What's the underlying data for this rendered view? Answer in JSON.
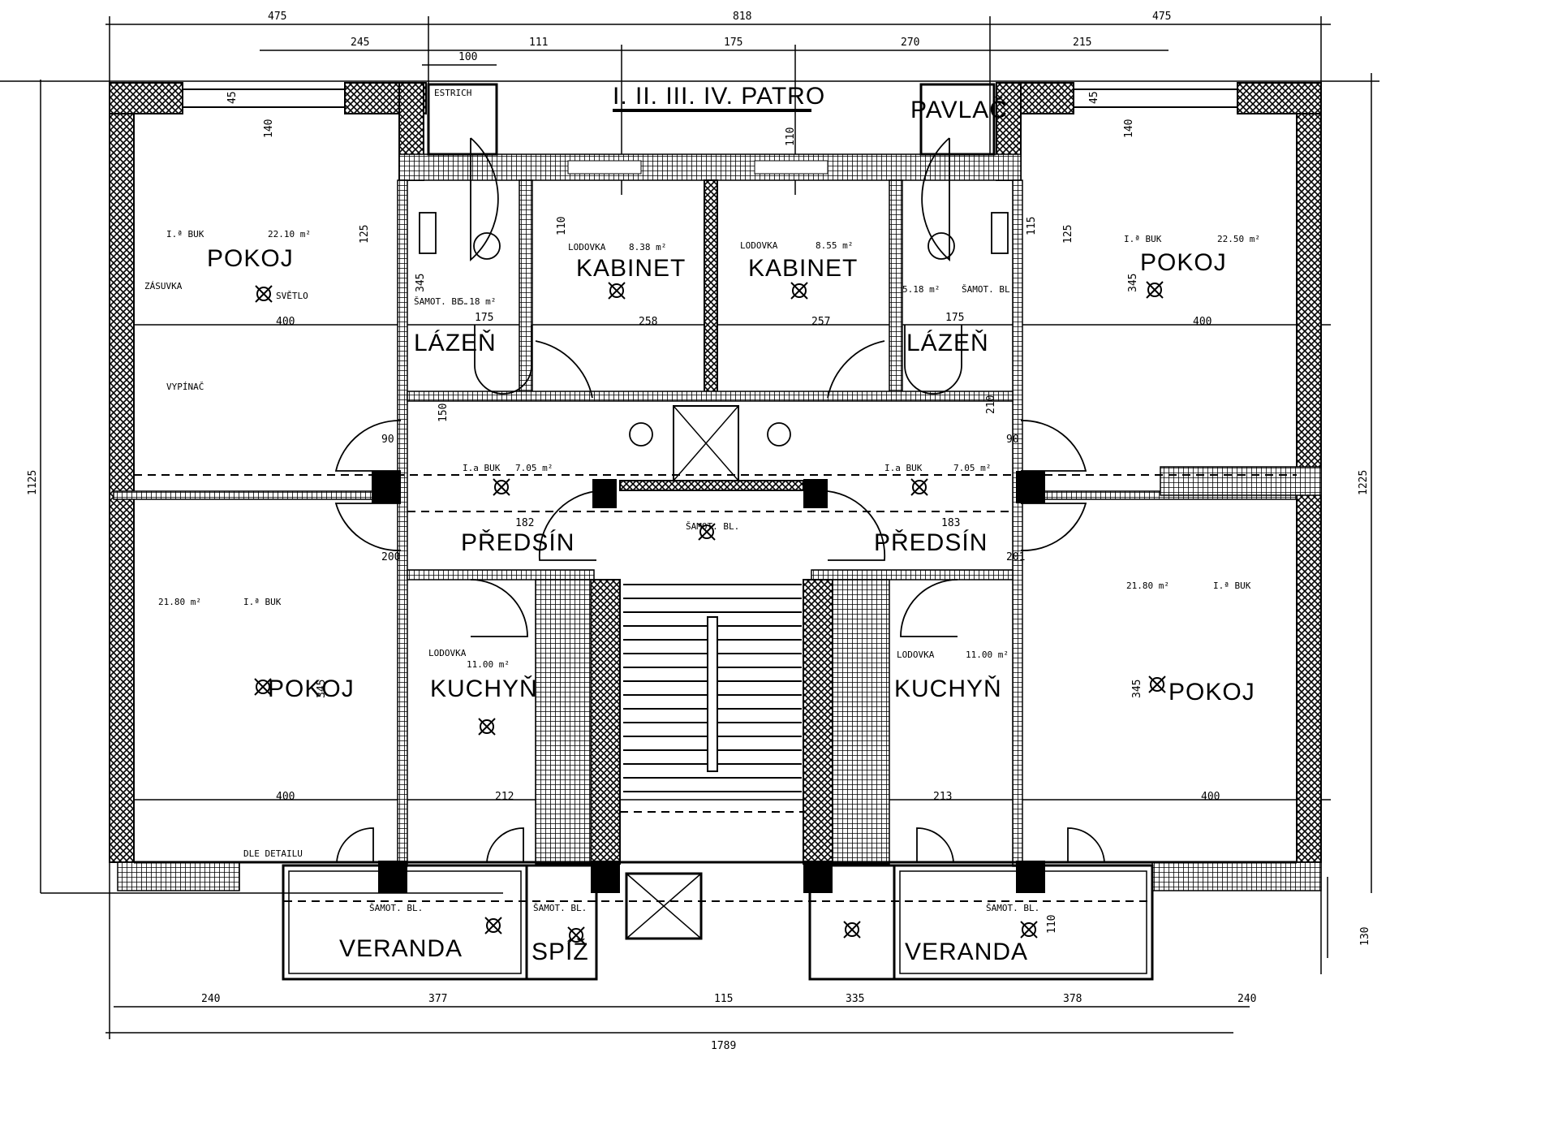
{
  "title": "I. II. III. IV. PATRO",
  "pavlac": "PAVLAČ",
  "rooms": [
    {
      "label": "POKOJ",
      "area": "22.10 m²",
      "floor": "I.ª BUK"
    },
    {
      "label": "KABINET",
      "area": "8.38 m²",
      "floor": "LODOVKA"
    },
    {
      "label": "KABINET",
      "area": "8.55 m²",
      "floor": "LODOVKA"
    },
    {
      "label": "POKOJ",
      "area": "22.50 m²",
      "floor": "I.ª BUK"
    },
    {
      "label": "LÁZEŇ",
      "area": "5.18 m²",
      "floor": "ŠAMOT. BL."
    },
    {
      "label": "LÁZEŇ",
      "area": "5.18 m²",
      "floor": "ŠAMOT. BL."
    },
    {
      "label": "PŘEDSÍN",
      "area": "7.05 m²",
      "floor": "I.a BUK"
    },
    {
      "label": "PŘEDSÍN",
      "area": "7.05 m²",
      "floor": "I.a BUK"
    },
    {
      "label": "POKOJ",
      "area": "21.80 m²",
      "floor": "I.ª BUK"
    },
    {
      "label": "KUCHYŇ",
      "area": "11.00 m²",
      "floor": "LODOVKA"
    },
    {
      "label": "KUCHYŇ",
      "area": "11.00 m²",
      "floor": "LODOVKA"
    },
    {
      "label": "POKOJ",
      "area": "21.80 m²",
      "floor": "I.ª BUK"
    },
    {
      "label": "VERANDA",
      "floor": "ŠAMOT. BL."
    },
    {
      "label": "SPÍŽ",
      "floor": "ŠAMOT. BL."
    },
    {
      "label": "VERANDA",
      "floor": "ŠAMOT. BL."
    }
  ],
  "notes": {
    "svetlo": "SVĚTLO",
    "zasuvka": "ZÁSUVKA",
    "samot": "ŠAMOT. BL.",
    "vypinac": "VYPÍNAČ",
    "pavlac_stair": "ESTRICH",
    "dle_detailu": "DLE DETAILU"
  },
  "dims": {
    "top": [
      "475",
      "818",
      "475"
    ],
    "top2": [
      "245",
      "111",
      "175",
      "270",
      "215"
    ],
    "top3": "100",
    "bottom": [
      "240",
      "377",
      "115",
      "335",
      "378",
      "240"
    ],
    "total": "1789",
    "left": "1125",
    "right": "1225",
    "right2": "130",
    "inner": [
      "400",
      "400",
      "258",
      "257",
      "175",
      "175",
      "182",
      "183",
      "400",
      "400",
      "212",
      "213",
      "345",
      "345",
      "345",
      "345",
      "140",
      "140",
      "45",
      "45",
      "125",
      "125",
      "110",
      "110",
      "90",
      "90",
      "200",
      "201",
      "150",
      "110",
      "115",
      "210"
    ]
  }
}
